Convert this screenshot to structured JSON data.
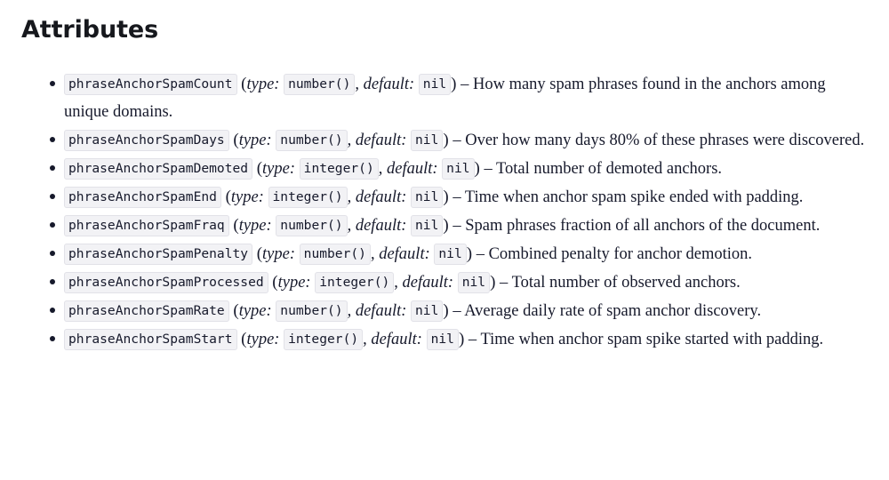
{
  "heading": "Attributes",
  "syntax": {
    "open_paren": "(",
    "type_label": "type:",
    "comma": ",",
    "default_label": "default:",
    "close_paren": ")",
    "dash": "–"
  },
  "attributes": [
    {
      "name": "phraseAnchorSpamCount",
      "type": "number()",
      "default": "nil",
      "description": "How many spam phrases found in the anchors among unique domains."
    },
    {
      "name": "phraseAnchorSpamDays",
      "type": "number()",
      "default": "nil",
      "description": "Over how many days 80% of these phrases were discovered."
    },
    {
      "name": "phraseAnchorSpamDemoted",
      "type": "integer()",
      "default": "nil",
      "description": "Total number of demoted anchors."
    },
    {
      "name": "phraseAnchorSpamEnd",
      "type": "integer()",
      "default": "nil",
      "description": "Time when anchor spam spike ended with padding."
    },
    {
      "name": "phraseAnchorSpamFraq",
      "type": "number()",
      "default": "nil",
      "description": "Spam phrases fraction of all anchors of the document."
    },
    {
      "name": "phraseAnchorSpamPenalty",
      "type": "number()",
      "default": "nil",
      "description": "Combined penalty for anchor demotion."
    },
    {
      "name": "phraseAnchorSpamProcessed",
      "type": "integer()",
      "default": "nil",
      "description": "Total number of observed anchors."
    },
    {
      "name": "phraseAnchorSpamRate",
      "type": "number()",
      "default": "nil",
      "description": "Average daily rate of spam anchor discovery."
    },
    {
      "name": "phraseAnchorSpamStart",
      "type": "integer()",
      "default": "nil",
      "description": "Time when anchor spam spike started with padding."
    }
  ]
}
